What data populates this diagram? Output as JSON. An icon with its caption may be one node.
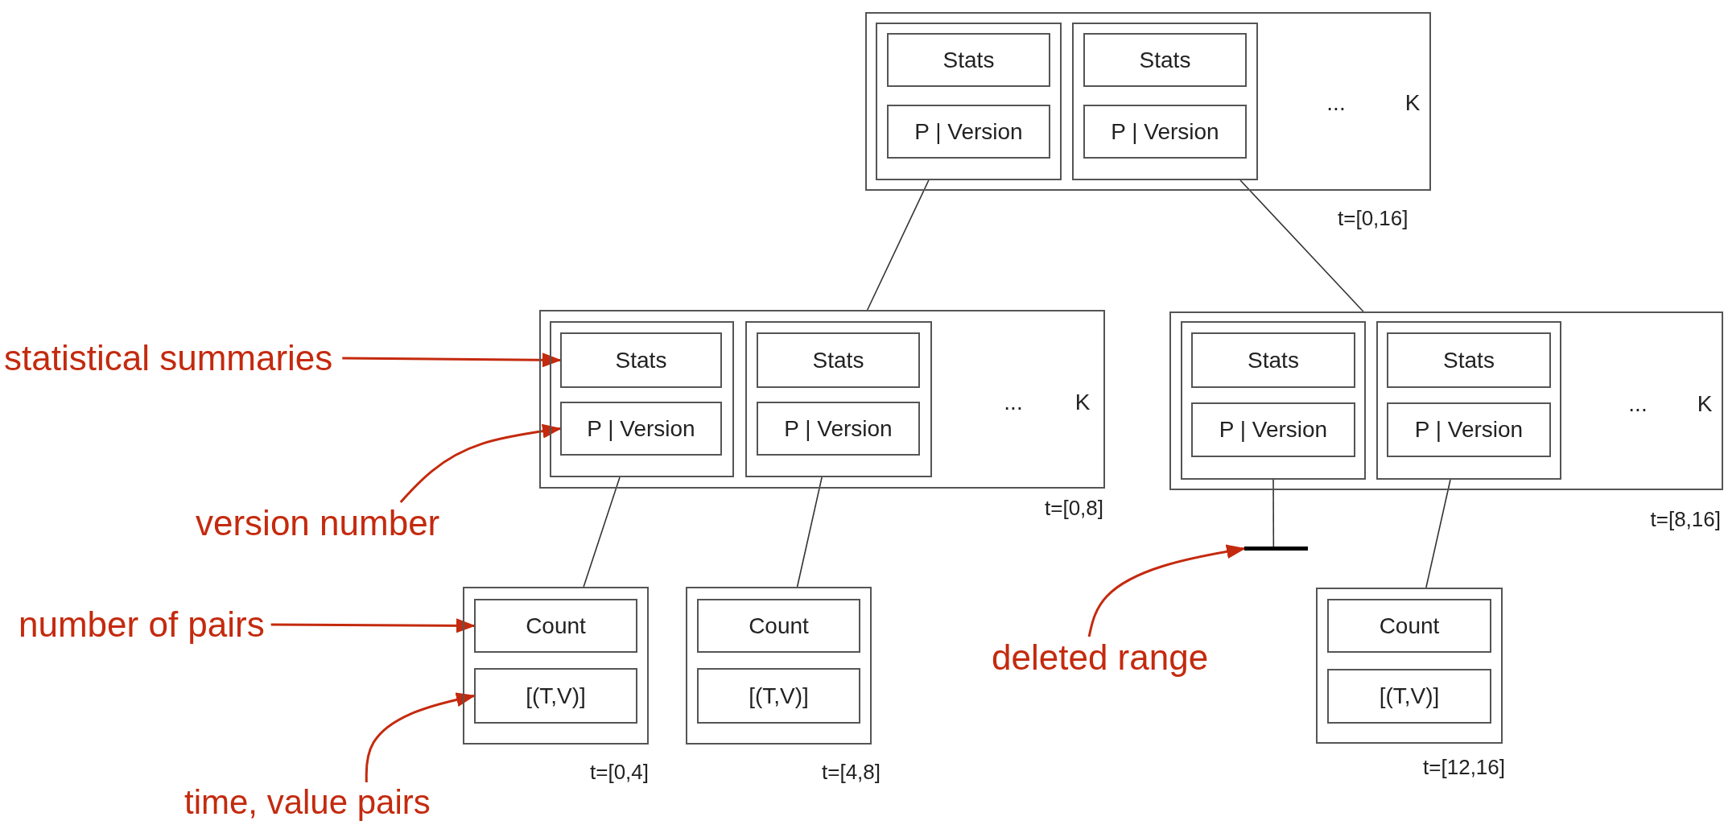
{
  "diagram": {
    "nodes": [
      {
        "text": [
          "...",
          "K"
        ],
        "beside": [
          "t=[0,16]"
        ]
      },
      {
        "text": [],
        "shape": "box",
        "in": 0
      },
      {
        "text": [
          "Stats"
        ],
        "in": 1
      },
      {
        "text": [
          "P | Version"
        ],
        "in": 1
      },
      {
        "text": [],
        "shape": "box",
        "in": 0
      },
      {
        "text": [
          "Stats"
        ],
        "in": 4
      },
      {
        "text": [
          "P | Version"
        ],
        "in": 4
      },
      {
        "text": [
          "...",
          "K"
        ],
        "beside": [
          "t=[0,8]"
        ]
      },
      {
        "text": [],
        "shape": "box",
        "in": 7
      },
      {
        "text": [
          "Stats"
        ],
        "in": 8
      },
      {
        "text": [
          "P | Version"
        ],
        "in": 8
      },
      {
        "text": [],
        "shape": "box",
        "in": 7
      },
      {
        "text": [
          "Stats"
        ],
        "in": 11
      },
      {
        "text": [
          "P | Version"
        ],
        "in": 11
      },
      {
        "text": [
          "...",
          "K"
        ],
        "beside": [
          "t=[8,16]"
        ]
      },
      {
        "text": [],
        "shape": "box",
        "in": 14
      },
      {
        "text": [
          "Stats"
        ],
        "in": 15
      },
      {
        "text": [
          "P | Version"
        ],
        "in": 15
      },
      {
        "text": [],
        "shape": "box",
        "in": 14
      },
      {
        "text": [
          "Stats"
        ],
        "in": 18
      },
      {
        "text": [
          "P | Version"
        ],
        "in": 18
      },
      {
        "text": [],
        "shape": "box",
        "beside": [
          "t=[0,4]"
        ]
      },
      {
        "text": [
          "Count"
        ],
        "in": 21
      },
      {
        "text": [
          "[(T,V)]"
        ],
        "in": 21
      },
      {
        "text": [],
        "shape": "box",
        "beside": [
          "t=[4,8]"
        ]
      },
      {
        "text": [
          "Count"
        ],
        "in": 24
      },
      {
        "text": [
          "[(T,V)]"
        ],
        "in": 24
      },
      {
        "text": [],
        "shape": "bar"
      },
      {
        "text": [],
        "shape": "box",
        "beside": [
          "t=[12,16]"
        ]
      },
      {
        "text": [
          "Count"
        ],
        "in": 28
      },
      {
        "text": [
          "[(T,V)]"
        ],
        "in": 28
      },
      {
        "text": [
          "statistical summaries"
        ]
      },
      {
        "text": [
          "version number"
        ]
      },
      {
        "text": [
          "number of pairs"
        ]
      },
      {
        "text": [
          "time, value pairs"
        ]
      },
      {
        "text": [
          "deleted range"
        ]
      }
    ],
    "edges": [
      {
        "from": 1,
        "to": 7,
        "arrow": "none"
      },
      {
        "from": 4,
        "to": 14,
        "arrow": "none"
      },
      {
        "from": 8,
        "to": 21,
        "arrow": "none"
      },
      {
        "from": 11,
        "to": 24,
        "arrow": "none"
      },
      {
        "from": 15,
        "to": 27,
        "arrow": "none"
      },
      {
        "from": 18,
        "to": 28,
        "arrow": "none"
      },
      {
        "from": 31,
        "to": 9,
        "arrow": "to",
        "color": "#c42a0e"
      },
      {
        "from": 32,
        "to": 10,
        "arrow": "to",
        "color": "#c42a0e"
      },
      {
        "from": 33,
        "to": 22,
        "arrow": "to",
        "color": "#c42a0e"
      },
      {
        "from": 34,
        "to": 23,
        "arrow": "to",
        "color": "#c42a0e"
      },
      {
        "from": 35,
        "to": 27,
        "arrow": "to",
        "color": "#c42a0e"
      }
    ]
  }
}
